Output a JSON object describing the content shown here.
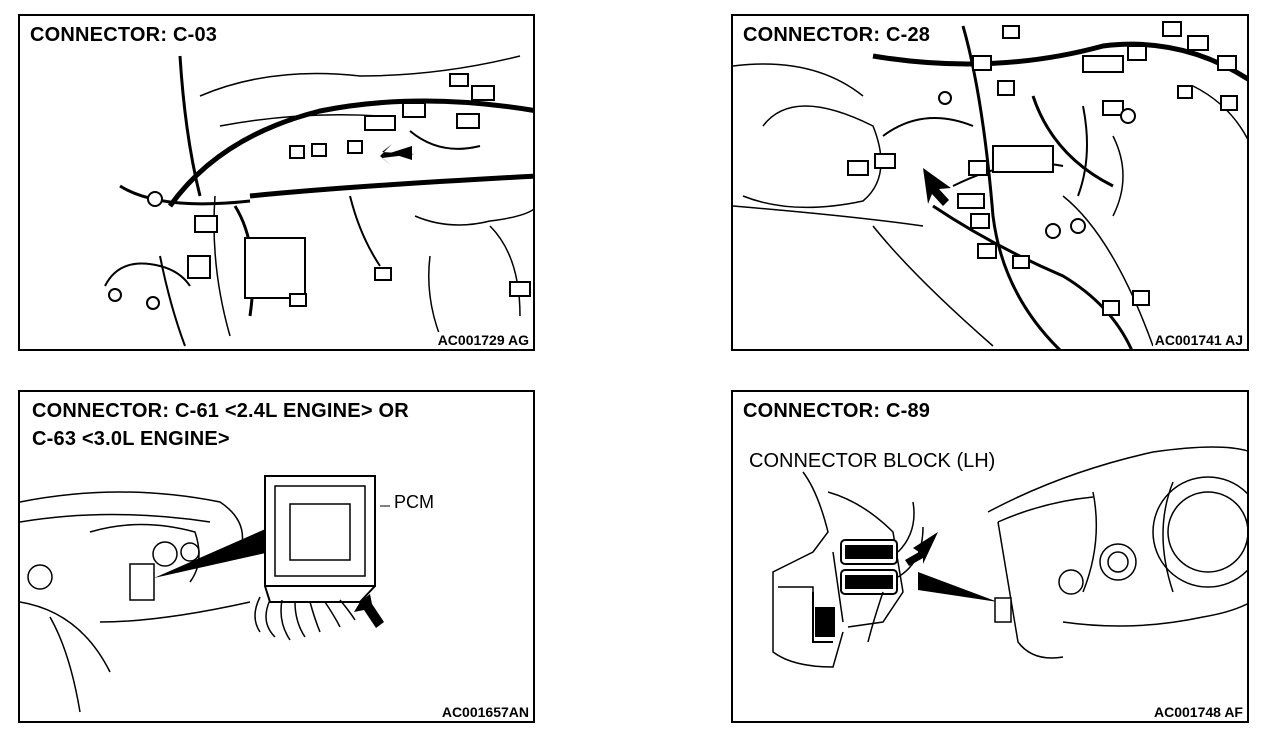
{
  "panels": [
    {
      "title": "CONNECTOR: C-03",
      "code": "AC001729 AG"
    },
    {
      "title": "CONNECTOR: C-28",
      "code": "AC001741 AJ"
    },
    {
      "title_line1": "CONNECTOR: C-61 <2.4L ENGINE> OR",
      "title_line2": "C-63 <3.0L ENGINE>",
      "label": "PCM",
      "code": "AC001657AN"
    },
    {
      "title": "CONNECTOR: C-89",
      "label": "CONNECTOR BLOCK (LH)",
      "code": "AC001748 AF"
    }
  ]
}
